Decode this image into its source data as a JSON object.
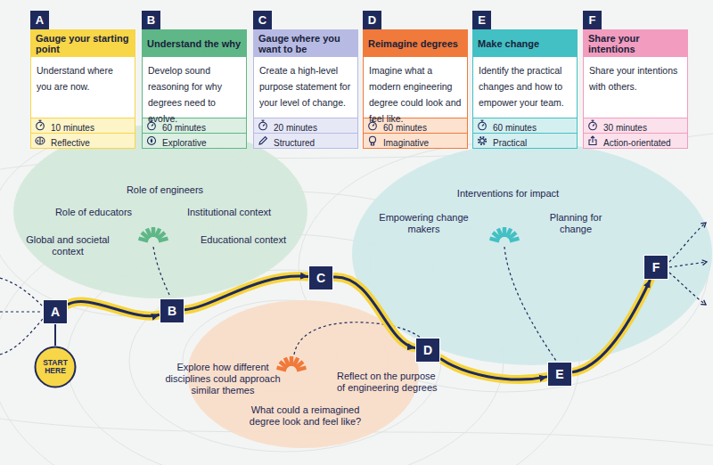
{
  "diagram": {
    "nodes": [
      {
        "text": [
          "A",
          "Gauge your starting point",
          "Understand where you are now.",
          "10 minutes",
          "Reflective"
        ]
      },
      {
        "text": [
          "B",
          "Understand the why",
          "Develop sound reasoning for why degrees need to evolve.",
          "60 minutes",
          "Explorative"
        ]
      },
      {
        "text": [
          "C",
          "Gauge where you want to be",
          "Create a high-level purpose statement for your level of change.",
          "20 minutes",
          "Structured"
        ]
      },
      {
        "text": [
          "D",
          "Reimagine degrees",
          "Imagine what a modern engineering degree could look and feel like.",
          "60 minutes",
          "Imaginative"
        ]
      },
      {
        "text": [
          "E",
          "Make change",
          "Identify the practical changes and how to empower your team.",
          "60 minutes",
          "Practical"
        ]
      },
      {
        "text": [
          "F",
          "Share your intentions",
          "Share your intentions with others.",
          "30 minutes",
          "Action-orientated"
        ]
      },
      {
        "text": [
          "Role of engineers",
          "Role of educators",
          "Institutional context",
          "Global and societal context",
          "Educational context"
        ]
      },
      {
        "text": [
          "Interventions for impact",
          "Empowering change makers",
          "Planning for change"
        ]
      },
      {
        "text": [
          "Explore how different disciplines could approach similar themes",
          "Reflect on the purpose of engineering degrees",
          "What could a reimagined degree look and feel like?"
        ]
      },
      {
        "text": [
          "A"
        ]
      },
      {
        "text": [
          "B"
        ]
      },
      {
        "text": [
          "C"
        ]
      },
      {
        "text": [
          "D"
        ]
      },
      {
        "text": [
          "E"
        ]
      },
      {
        "text": [
          "F"
        ]
      },
      {
        "text": [
          "START HERE"
        ]
      }
    ],
    "edges": [
      {
        "from": 9,
        "to": 10,
        "arrow": "to"
      },
      {
        "from": 10,
        "to": 11,
        "arrow": "to"
      },
      {
        "from": 11,
        "to": 12,
        "arrow": "to"
      },
      {
        "from": 12,
        "to": 13,
        "arrow": "to"
      },
      {
        "from": 13,
        "to": 14,
        "arrow": "to"
      },
      {
        "from": 15,
        "to": 9,
        "arrow": "none"
      }
    ]
  }
}
